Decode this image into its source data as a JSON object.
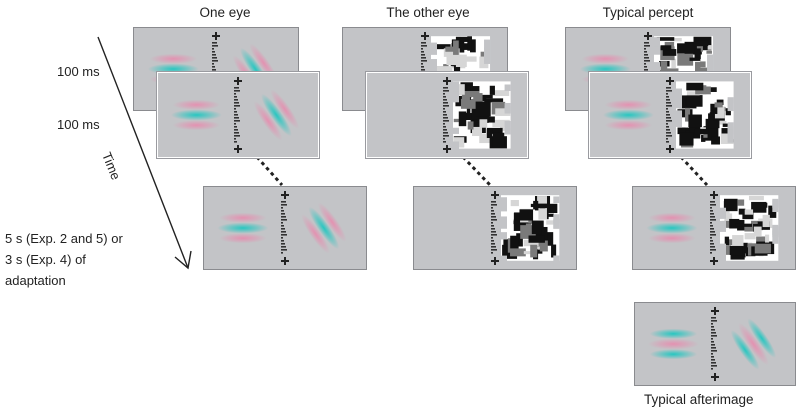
{
  "columns": {
    "one_eye": "One eye",
    "other_eye": "The other eye",
    "typical_percept": "Typical percept"
  },
  "timing": {
    "first_frame": "100 ms",
    "second_frame": "100 ms",
    "time_label": "Time"
  },
  "adaptation_note": {
    "line1": "5 s (Exp. 2 and 5) or",
    "line2": "3 s (Exp. 4) of",
    "line3": "adaptation"
  },
  "afterimage_caption": "Typical afterimage",
  "colors": {
    "background_gray": "#c3c4c7",
    "pink": "#e58fb0",
    "cyan": "#1fc6c0",
    "black": "#111111",
    "white": "#ffffff"
  }
}
